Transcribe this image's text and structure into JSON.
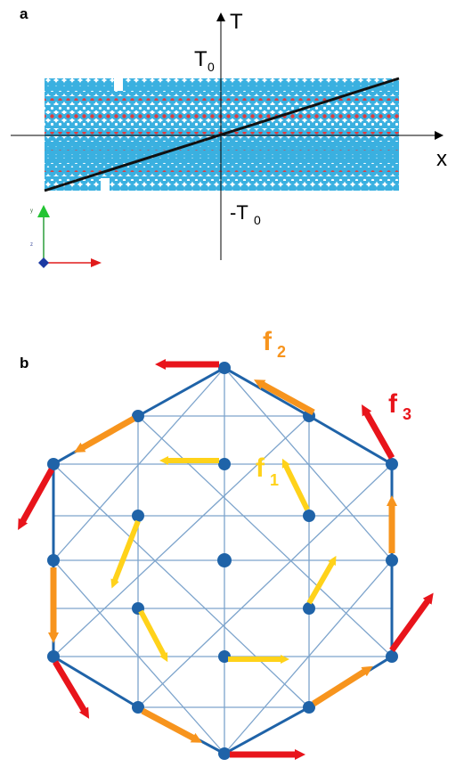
{
  "panel_a": {
    "label": "a",
    "axis_y_label": "T",
    "axis_x_label": "x",
    "t0_top": "T",
    "t0_top_sub": "0",
    "t0_bottom": "-T",
    "t0_bottom_sub": "0",
    "triad_y": "y",
    "triad_z": "z"
  },
  "panel_b": {
    "label": "b",
    "f1": "f",
    "f1_sub": "1",
    "f2": "f",
    "f2_sub": "2",
    "f3": "f",
    "f3_sub": "3"
  },
  "colors": {
    "lattice_blue": "#1f63a8",
    "atom_cyan": "#3ab0e0",
    "atom_red": "#e23c3c",
    "f1_yellow": "#ffd21a",
    "f2_orange": "#f7941d",
    "f3_red": "#e8141b"
  }
}
